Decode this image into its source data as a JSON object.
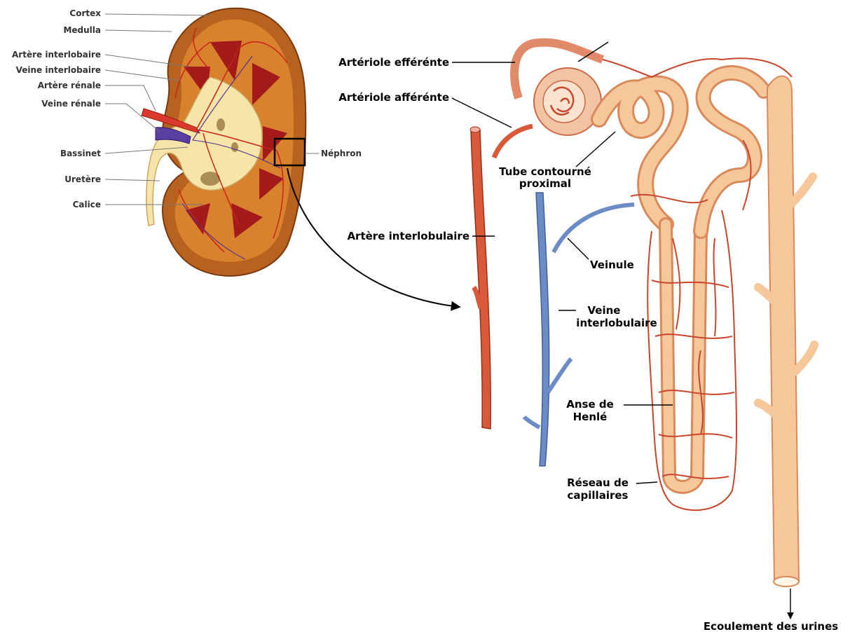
{
  "kidney_labels": {
    "cortex": "Cortex",
    "medulla": "Medulla",
    "artere_interlobaire": "Artère interlobaire",
    "veine_interlobaire": "Veine interlobaire",
    "artere_renale": "Artère rénale",
    "veine_renale": "Veine rénale",
    "bassinet": "Bassinet",
    "uretere": "Uretère",
    "calice": "Calice",
    "nephron": "Néphron"
  },
  "nephron_labels": {
    "arteriole_efferente": "Artériole efférénte",
    "arteriole_afferente": "Artériole afférénte",
    "tube_contourne_line1": "Tube contourné",
    "tube_contourne_line2": "proximal",
    "artere_interlobulaire": "Artère interlobulaire",
    "veinule": "Veinule",
    "veine_interlobulaire_line1": "Veine",
    "veine_interlobulaire_line2": "interlobulaire",
    "anse_henle_line1": "Anse de",
    "anse_henle_line2": "Henlé",
    "reseau_line1": "Réseau de",
    "reseau_line2": "capillaires",
    "ecoulement": "Ecoulement des urines"
  },
  "colors": {
    "cortex": "#b8621f",
    "cortex_inner": "#d9822e",
    "medulla_pyramid": "#a31a1a",
    "pelvis": "#f7e4a8",
    "artery": "#d93a2b",
    "vein": "#5a3fa0",
    "tubule": "#f6c79a",
    "tubule_edge": "#d98a5a",
    "capillary": "#c9462e",
    "blue_vein": "#6b8cc4"
  }
}
